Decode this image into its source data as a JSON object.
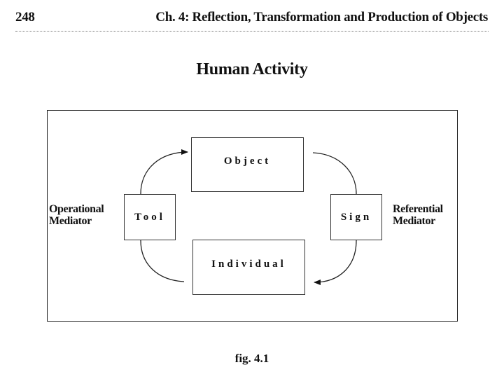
{
  "header": {
    "page_number": "248",
    "running_head": "Ch. 4: Reflection, Transformation and Production of Objects"
  },
  "figure": {
    "title": "Human Activity",
    "nodes": {
      "object": "Object",
      "individual": "Individual",
      "tool": "Tool",
      "sign": "Sign"
    },
    "left_label": {
      "line1": "Operational",
      "line2": "Mediator"
    },
    "right_label": {
      "line1": "Referential",
      "line2": "Mediator"
    },
    "caption": "fig. 4.1"
  }
}
